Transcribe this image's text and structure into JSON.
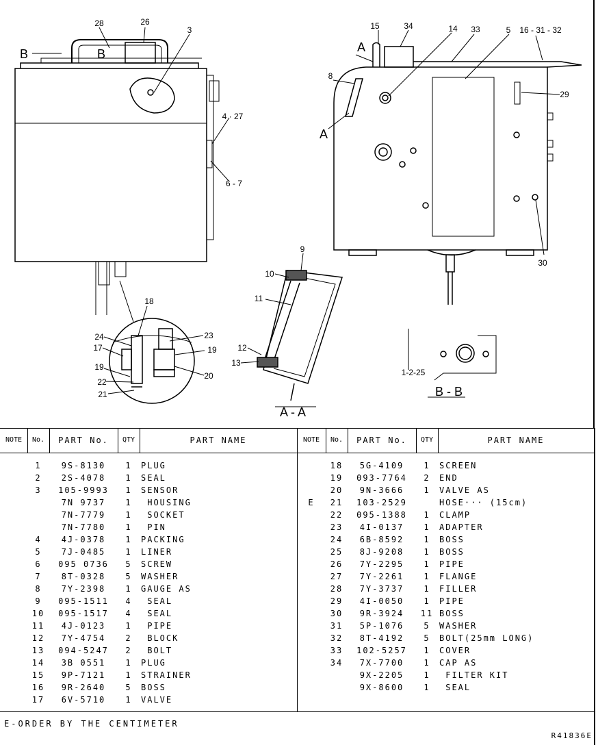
{
  "drawing": {
    "callouts": [
      "28",
      "26",
      "3",
      "B",
      "B",
      "4 · 27",
      "6 - 7",
      "18",
      "24",
      "17",
      "19",
      "22",
      "21",
      "23",
      "19",
      "20",
      "9",
      "10",
      "11",
      "12",
      "13",
      "A - A",
      "15",
      "34",
      "14",
      "33",
      "5",
      "16 - 31 - 32",
      "A",
      "8",
      "A",
      "29",
      "30",
      "1-2-25",
      "B - B"
    ]
  },
  "table": {
    "headers": {
      "note": "NOTE",
      "no": "No.",
      "part_no": "PART  No.",
      "qty": "QTY",
      "part_name": "PART  NAME"
    },
    "left": [
      {
        "note": "",
        "no": "1",
        "part_no": "9S-8130",
        "qty": "1",
        "name": "PLUG"
      },
      {
        "note": "",
        "no": "2",
        "part_no": "2S-4078",
        "qty": "1",
        "name": "SEAL"
      },
      {
        "note": "",
        "no": "3",
        "part_no": "105-9993",
        "qty": "1",
        "name": "SENSOR"
      },
      {
        "note": "",
        "no": "",
        "part_no": "7N 9737",
        "qty": "1",
        "name": " HOUSING"
      },
      {
        "note": "",
        "no": "",
        "part_no": "7N-7779",
        "qty": "1",
        "name": " SOCKET"
      },
      {
        "note": "",
        "no": "",
        "part_no": "7N-7780",
        "qty": "1",
        "name": " PIN"
      },
      {
        "note": "",
        "no": "4",
        "part_no": "4J-0378",
        "qty": "1",
        "name": "PACKING"
      },
      {
        "note": "",
        "no": "5",
        "part_no": "7J-0485",
        "qty": "1",
        "name": "LINER"
      },
      {
        "note": "",
        "no": "6",
        "part_no": "095 0736",
        "qty": "5",
        "name": "SCREW"
      },
      {
        "note": "",
        "no": "7",
        "part_no": "8T-0328",
        "qty": "5",
        "name": "WASHER"
      },
      {
        "note": "",
        "no": "8",
        "part_no": "7Y-2398",
        "qty": "1",
        "name": "GAUGE AS"
      },
      {
        "note": "",
        "no": "9",
        "part_no": "095-1511",
        "qty": "4",
        "name": " SEAL"
      },
      {
        "note": "",
        "no": "10",
        "part_no": "095-1517",
        "qty": "4",
        "name": " SEAL"
      },
      {
        "note": "",
        "no": "11",
        "part_no": "4J-0123",
        "qty": "1",
        "name": " PIPE"
      },
      {
        "note": "",
        "no": "12",
        "part_no": "7Y-4754",
        "qty": "2",
        "name": " BLOCK"
      },
      {
        "note": "",
        "no": "13",
        "part_no": "094-5247",
        "qty": "2",
        "name": " BOLT"
      },
      {
        "note": "",
        "no": "14",
        "part_no": "3B 0551",
        "qty": "1",
        "name": "PLUG"
      },
      {
        "note": "",
        "no": "15",
        "part_no": "9P-7121",
        "qty": "1",
        "name": "STRAINER"
      },
      {
        "note": "",
        "no": "16",
        "part_no": "9R-2640",
        "qty": "5",
        "name": "BOSS"
      },
      {
        "note": "",
        "no": "17",
        "part_no": "6V-5710",
        "qty": "1",
        "name": "VALVE"
      }
    ],
    "right": [
      {
        "note": "",
        "no": "18",
        "part_no": "5G-4109",
        "qty": "1",
        "name": "SCREEN"
      },
      {
        "note": "",
        "no": "19",
        "part_no": "093-7764",
        "qty": "2",
        "name": "END"
      },
      {
        "note": "",
        "no": "20",
        "part_no": "9N-3666",
        "qty": "1",
        "name": "VALVE AS"
      },
      {
        "note": "E",
        "no": "21",
        "part_no": "103-2529",
        "qty": "",
        "name": "HOSE··· (15cm)"
      },
      {
        "note": "",
        "no": "22",
        "part_no": "095-1388",
        "qty": "1",
        "name": "CLAMP"
      },
      {
        "note": "",
        "no": "23",
        "part_no": "4I-0137",
        "qty": "1",
        "name": "ADAPTER"
      },
      {
        "note": "",
        "no": "24",
        "part_no": "6B-8592",
        "qty": "1",
        "name": "BOSS"
      },
      {
        "note": "",
        "no": "25",
        "part_no": "8J-9208",
        "qty": "1",
        "name": "BOSS"
      },
      {
        "note": "",
        "no": "26",
        "part_no": "7Y-2295",
        "qty": "1",
        "name": "PIPE"
      },
      {
        "note": "",
        "no": "27",
        "part_no": "7Y-2261",
        "qty": "1",
        "name": "FLANGE"
      },
      {
        "note": "",
        "no": "28",
        "part_no": "7Y-3737",
        "qty": "1",
        "name": "FILLER"
      },
      {
        "note": "",
        "no": "29",
        "part_no": "4I-0050",
        "qty": "1",
        "name": "PIPE"
      },
      {
        "note": "",
        "no": "30",
        "part_no": "9R-3924",
        "qty": "11",
        "name": "BOSS"
      },
      {
        "note": "",
        "no": "31",
        "part_no": "5P-1076",
        "qty": "5",
        "name": "WASHER"
      },
      {
        "note": "",
        "no": "32",
        "part_no": "8T-4192",
        "qty": "5",
        "name": "BOLT(25mm LONG)"
      },
      {
        "note": "",
        "no": "33",
        "part_no": "102-5257",
        "qty": "1",
        "name": "COVER"
      },
      {
        "note": "",
        "no": "34",
        "part_no": "7X-7700",
        "qty": "1",
        "name": "CAP AS"
      },
      {
        "note": "",
        "no": "",
        "part_no": "9X-2205",
        "qty": "1",
        "name": " FILTER KIT"
      },
      {
        "note": "",
        "no": "",
        "part_no": "9X-8600",
        "qty": "1",
        "name": " SEAL"
      }
    ]
  },
  "footnote": "E-ORDER BY THE CENTIMETER",
  "doc_ref": "R41836E"
}
